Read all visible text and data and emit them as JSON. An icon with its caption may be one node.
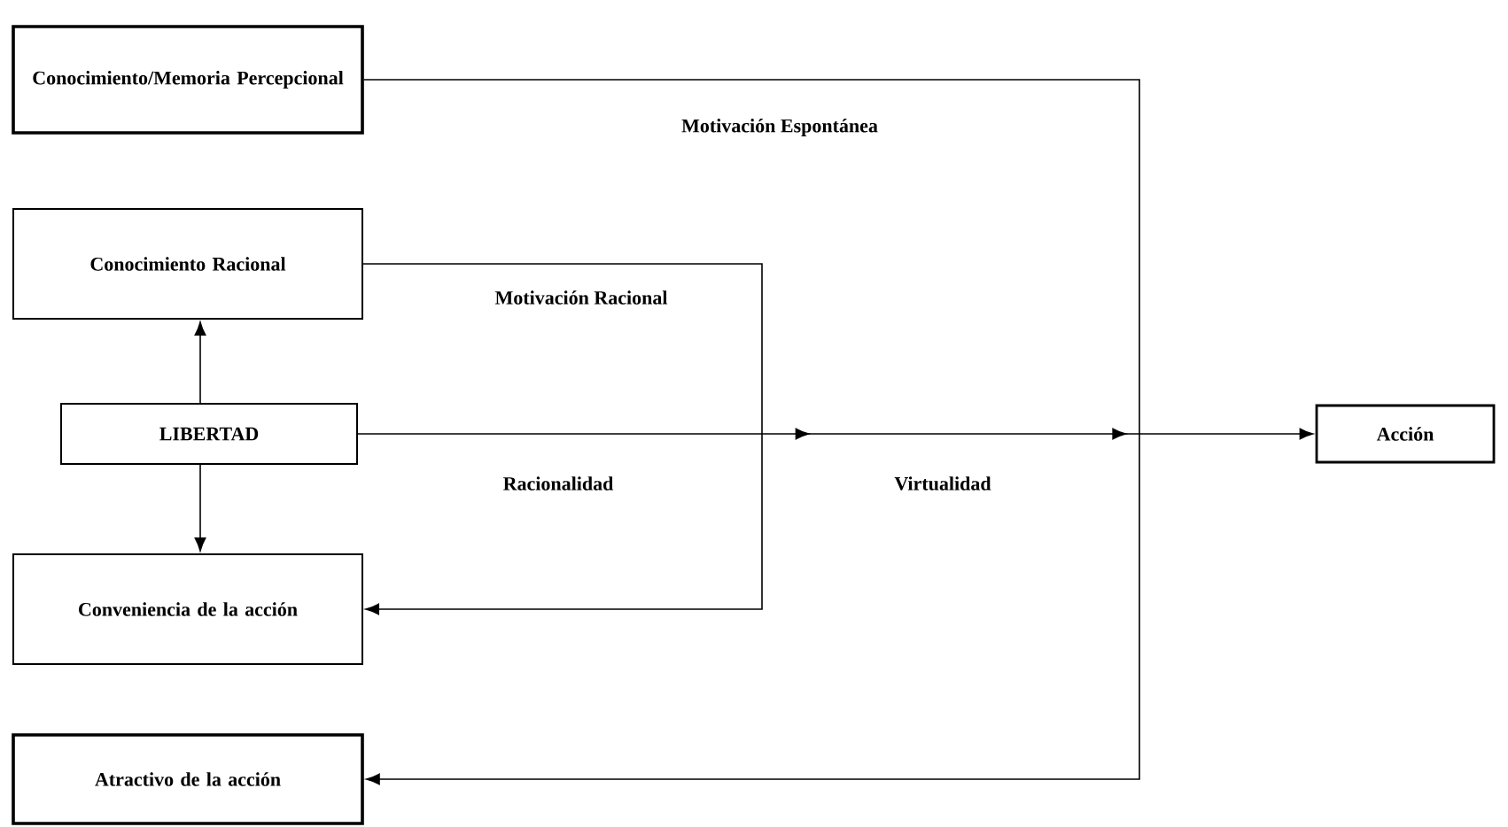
{
  "diagram": {
    "nodes": [
      {
        "text": [
          "Conocimiento/Memoria Percepcional"
        ]
      },
      {
        "text": [
          "Conocimiento Racional"
        ]
      },
      {
        "text": [
          "LIBERTAD"
        ]
      },
      {
        "text": [
          "Conveniencia de la acción"
        ]
      },
      {
        "text": [
          "Atractivo de la acción"
        ]
      },
      {
        "text": [
          "Acción"
        ]
      }
    ],
    "edges": [
      {
        "from": 2,
        "to": 1,
        "arrow": "to"
      },
      {
        "from": 2,
        "to": 3,
        "arrow": "to"
      },
      {
        "from": 1,
        "to": 3,
        "arrow": "to",
        "label": "Motivación Racional"
      },
      {
        "from": 0,
        "to": 4,
        "arrow": "to",
        "label": "Motivación Espontánea"
      },
      {
        "from": 2,
        "to": 5,
        "arrow": "to"
      }
    ],
    "labels": [
      "Racionalidad",
      "Virtualidad"
    ]
  }
}
